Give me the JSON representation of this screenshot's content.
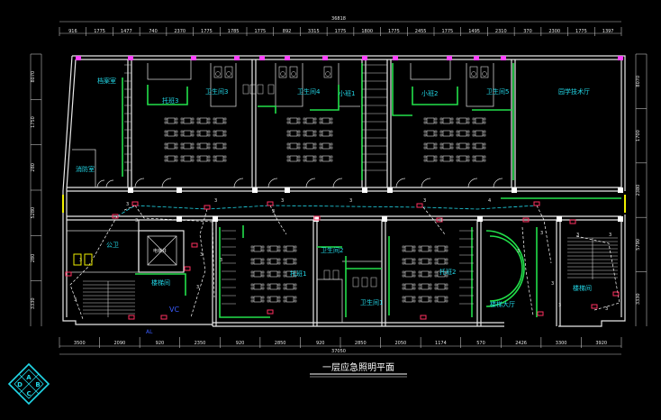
{
  "drawing_title": "一层应急照明平面",
  "overall_dims": {
    "top": "36818",
    "bottom": "37050"
  },
  "top_dims": [
    "916",
    "1775",
    "1477",
    "740",
    "2370",
    "1775",
    "1785",
    "1775",
    "892",
    "3315",
    "1775",
    "1800",
    "1775",
    "2455",
    "1775",
    "1495",
    "2310",
    "370",
    "2300",
    "1775",
    "1397"
  ],
  "bottom_dims": [
    "3500",
    "2090",
    "920",
    "2350",
    "920",
    "2850",
    "920",
    "2850",
    "2050",
    "1174",
    "570",
    "2426",
    "3300",
    "3920"
  ],
  "right_dims": [
    "8070",
    "1700",
    "2380",
    "5790",
    "3330"
  ],
  "left_dims": [
    "8070",
    "1750",
    "280",
    "5280",
    "280",
    "3330"
  ],
  "rooms": {
    "archive": "档案室",
    "class3": "托班3",
    "toilet3": "卫生间3",
    "toilet4": "卫生间4",
    "small1": "小班1",
    "small2": "小班2",
    "toilet5": "卫生间5",
    "activity": "园学技术厅",
    "monitor": "消防室",
    "toilet_pub": "公卫",
    "elevator": "电梯井",
    "stair1": "楼梯间",
    "class1": "托班1",
    "toilet2": "卫生间2",
    "toilet1": "卫生间1",
    "class2": "托班2",
    "hall": "楼梯大厅",
    "stair2": "楼梯间"
  },
  "tags": {
    "vc": "VC",
    "al": "AL"
  },
  "circuit_number": "3",
  "circuit_number_4": "4",
  "logo_letters": [
    "A",
    "B",
    "C",
    "D"
  ],
  "colors": {
    "wall": "#e8e8e8",
    "partition": "#22e04a",
    "text": "#22d8e8",
    "fixture": "#ff3060",
    "column": "#ff44ff"
  }
}
